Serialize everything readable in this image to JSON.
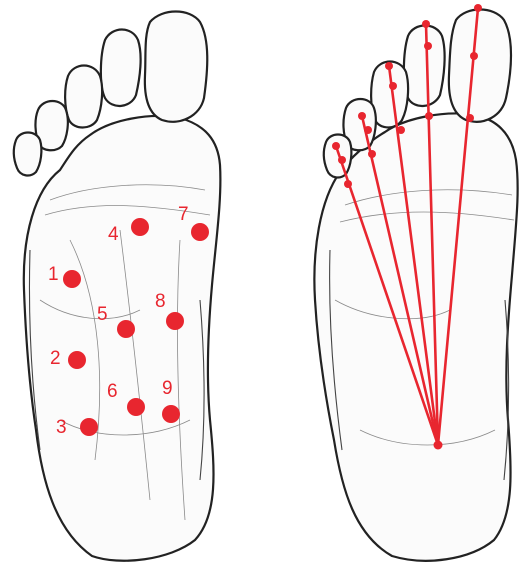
{
  "colors": {
    "marker": "#e8262f",
    "outline": "#222222",
    "background": "#ffffff"
  },
  "left_foot": {
    "points": [
      {
        "label": "1"
      },
      {
        "label": "2"
      },
      {
        "label": "3"
      },
      {
        "label": "4"
      },
      {
        "label": "5"
      },
      {
        "label": "6"
      },
      {
        "label": "7"
      },
      {
        "label": "8"
      },
      {
        "label": "9"
      }
    ]
  },
  "right_foot": {
    "rays": 5
  }
}
